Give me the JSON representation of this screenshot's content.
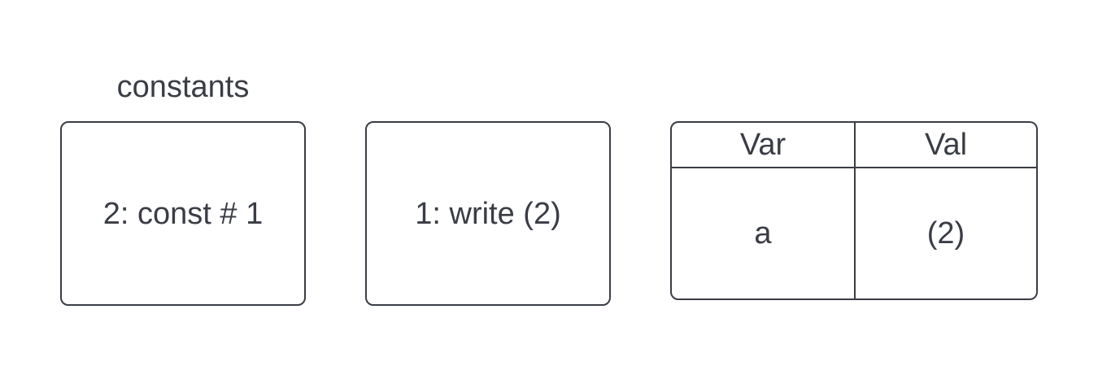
{
  "constants_title": "constants",
  "constants_box": {
    "text": "2: const # 1"
  },
  "code_box": {
    "text": "1: write (2)"
  },
  "var_table": {
    "headers": [
      "Var",
      "Val"
    ],
    "rows": [
      [
        "a",
        "(2)"
      ]
    ]
  },
  "colors": {
    "stroke": "#3a3d45",
    "text": "#3a3d45",
    "background": "#ffffff"
  }
}
